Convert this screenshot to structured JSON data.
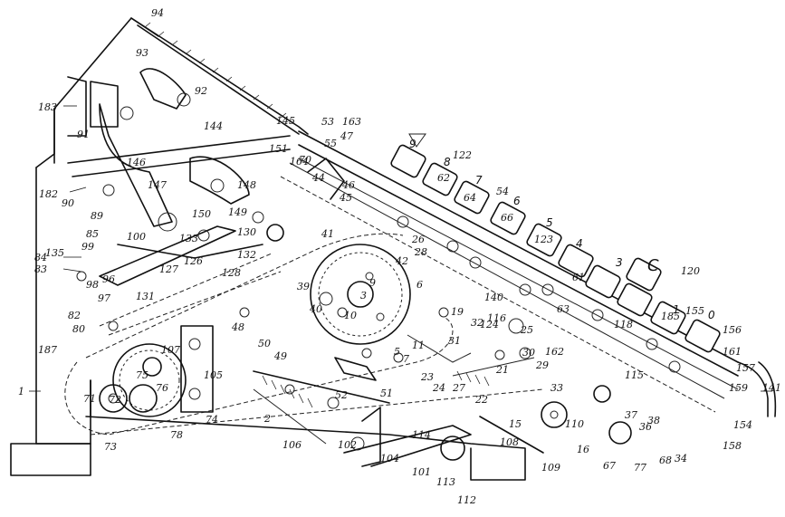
{
  "figure": {
    "key_legends": [
      "9",
      "8",
      "7",
      "6",
      "5",
      "4",
      "3",
      "2",
      "1",
      "0",
      "C"
    ],
    "reference_numerals": [
      "1",
      "2",
      "3",
      "5",
      "6",
      "7",
      "9",
      "10",
      "11",
      "15",
      "16",
      "19",
      "21",
      "22",
      "23",
      "24",
      "25",
      "26",
      "27",
      "28",
      "29",
      "30",
      "31",
      "32",
      "33",
      "34",
      "36",
      "37",
      "38",
      "39",
      "40",
      "41",
      "42",
      "44",
      "45",
      "46",
      "47",
      "48",
      "49",
      "50",
      "51",
      "52",
      "53",
      "54",
      "55",
      "61",
      "62",
      "63",
      "64",
      "66",
      "67",
      "68",
      "70",
      "71",
      "72",
      "73",
      "74",
      "75",
      "76",
      "77",
      "78",
      "80",
      "82",
      "83",
      "84",
      "85",
      "89",
      "90",
      "91",
      "92",
      "93",
      "94",
      "96",
      "97",
      "98",
      "99",
      "100",
      "101",
      "102",
      "104",
      "105",
      "106",
      "107",
      "108",
      "109",
      "110",
      "112",
      "113",
      "114",
      "115",
      "116",
      "118",
      "120",
      "122",
      "123",
      "124",
      "126",
      "127",
      "128",
      "130",
      "131",
      "132",
      "133",
      "135",
      "140",
      "141",
      "144",
      "145",
      "146",
      "147",
      "148",
      "149",
      "150",
      "151",
      "154",
      "155",
      "156",
      "157",
      "158",
      "159",
      "161",
      "162",
      "163",
      "164",
      "182",
      "183",
      "185",
      "187"
    ]
  }
}
